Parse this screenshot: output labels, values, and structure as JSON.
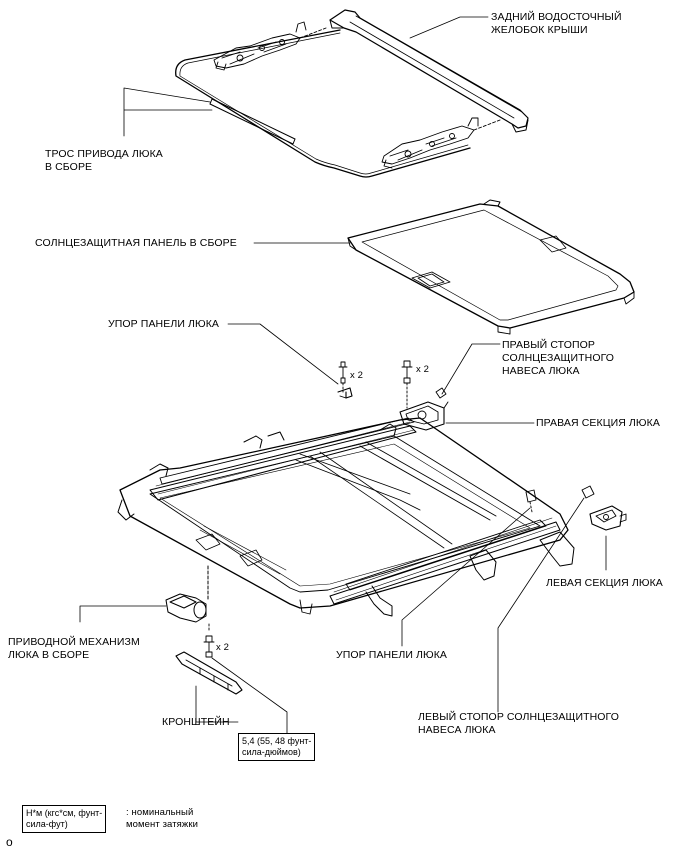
{
  "labels": {
    "rear_drip": [
      "ЗАДНИЙ ВОДОСТОЧНЫЙ",
      "ЖЕЛОБОК КРЫШИ"
    ],
    "drive_cable": [
      "ТРОС ПРИВОДА ЛЮКА",
      "В СБОРЕ"
    ],
    "shade_panel": "СОЛНЦЕЗАЩИТНАЯ ПАНЕЛЬ В СБОРЕ",
    "panel_stop_top": "УПОР ПАНЕЛИ ЛЮКА",
    "right_shade_stop": [
      "ПРАВЫЙ СТОПОР",
      "СОЛНЦЕЗАЩИТНОГО",
      "НАВЕСА ЛЮКА"
    ],
    "right_section": "ПРАВАЯ СЕКЦИЯ ЛЮКА",
    "left_section": "ЛЕВАЯ СЕКЦИЯ ЛЮКА",
    "drive_gear": [
      "ПРИВОДНОЙ МЕХАНИЗМ",
      "ЛЮКА В СБОРЕ"
    ],
    "panel_stop_bottom": "УПОР ПАНЕЛИ ЛЮКА",
    "bracket": "КРОНШТЕЙН",
    "left_shade_stop": [
      "ЛЕВЫЙ СТОПОР СОЛНЦЕЗАЩИТНОГО",
      "НАВЕСА ЛЮКА"
    ]
  },
  "quantities": {
    "stop_screw": "x 2",
    "right_section_screw": "x 2",
    "bracket_screw": "x 2"
  },
  "torque": [
    "5,4 (55, 48 фунт-",
    "сила-дюймов)"
  ],
  "legend": {
    "box": [
      "Н*м (кгс*см, фунт-",
      "сила-фут)"
    ],
    "desc": [
      ": номинальный",
      "момент затяжки"
    ]
  },
  "footer_mark": "o"
}
